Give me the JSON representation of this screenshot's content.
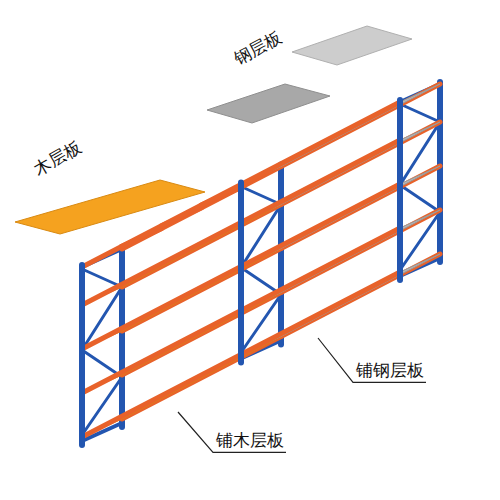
{
  "diagram": {
    "labels": [
      "钢层板",
      "木层板",
      "铺钢层板",
      "铺木层板"
    ]
  }
}
